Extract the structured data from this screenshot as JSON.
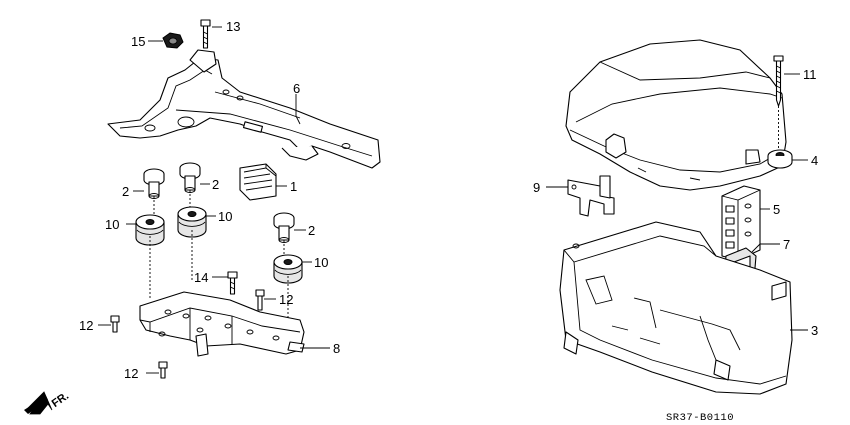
{
  "labels": {
    "l1": "1",
    "l2a": "2",
    "l2b": "2",
    "l2c": "2",
    "l3": "3",
    "l4": "4",
    "l5": "5",
    "l6": "6",
    "l7": "7",
    "l8": "8",
    "l9": "9",
    "l10a": "10",
    "l10b": "10",
    "l10c": "10",
    "l11": "11",
    "l12a": "12",
    "l12b": "12",
    "l12c": "12",
    "l13": "13",
    "l14": "14",
    "l15": "15"
  },
  "direction_label": "FR.",
  "diagram_code": "SR37-B0110"
}
